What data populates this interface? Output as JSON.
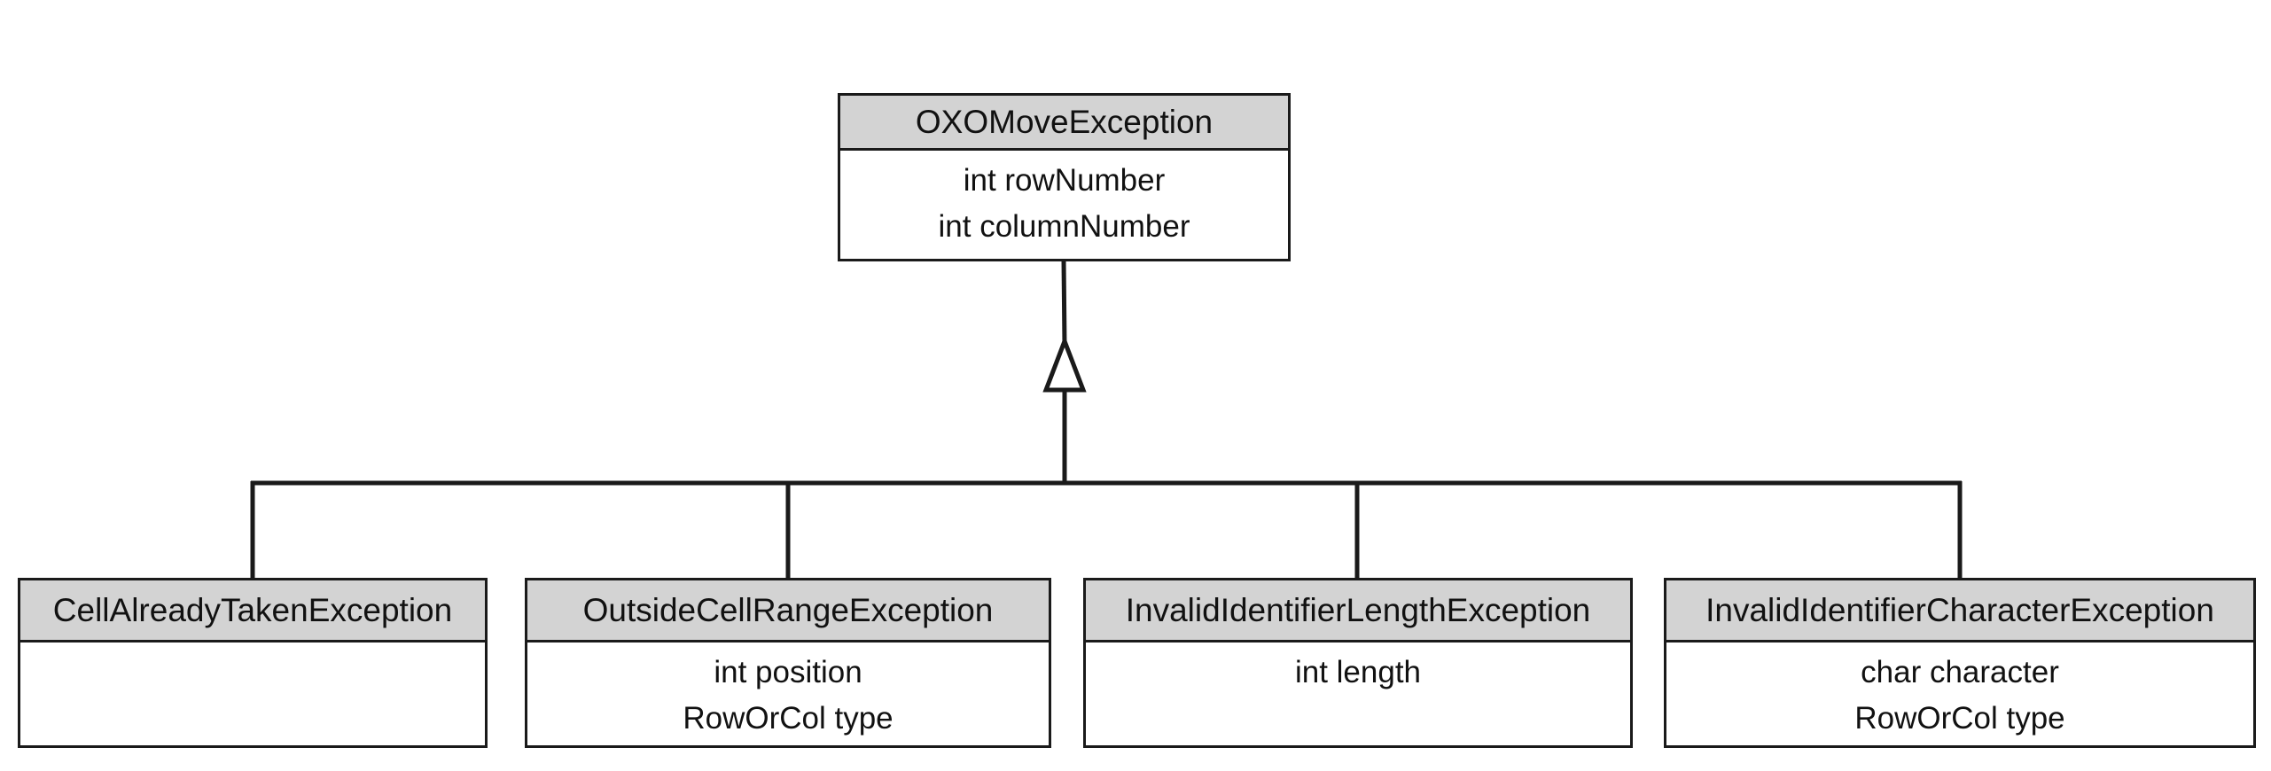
{
  "diagram": {
    "parent": {
      "name": "OXOMoveException",
      "fields": [
        "int rowNumber",
        "int columnNumber"
      ]
    },
    "children": [
      {
        "name": "CellAlreadyTakenException",
        "fields": []
      },
      {
        "name": "OutsideCellRangeException",
        "fields": [
          "int position",
          "RowOrCol type"
        ]
      },
      {
        "name": "InvalidIdentifierLengthException",
        "fields": [
          "int length"
        ]
      },
      {
        "name": "InvalidIdentifierCharacterException",
        "fields": [
          "char character",
          "RowOrCol type"
        ]
      }
    ],
    "relationship": "inheritance",
    "colors": {
      "header_fill": "#d3d3d3",
      "stroke": "#1a1a1a",
      "background": "#ffffff"
    }
  }
}
